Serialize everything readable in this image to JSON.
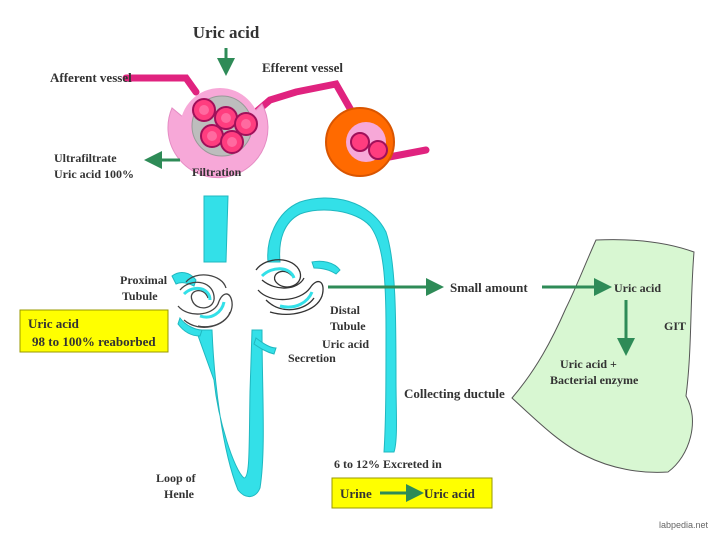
{
  "labels": {
    "uric_acid_top": "Uric acid",
    "afferent_vessel": "Afferent vessel",
    "efferent_vessel": "Efferent vessel",
    "ultrafiltrate_line1": "Ultrafiltrate",
    "ultrafiltrate_line2": "Uric acid 100%",
    "filtration": "Filtration",
    "proximal_line1": "Proximal",
    "proximal_line2": "Tubule",
    "reabsorbed_line1": "Uric acid",
    "reabsorbed_line2": "98 to 100% reaborbed",
    "distal_line1": "Distal",
    "distal_line2": "Tubule",
    "secretion_line1": "Uric acid",
    "secretion_line2": "Secretion",
    "small_amount": "Small amount",
    "uric_acid_git": "Uric acid",
    "git": "GIT",
    "bacterial_line1": "Uric acid +",
    "bacterial_line2": "Bacterial enzyme",
    "collecting_ductule": "Collecting ductule",
    "excreted": "6 to 12% Excreted in",
    "urine": "Urine",
    "uric_acid_urine": "Uric acid",
    "loop_line1": "Loop of",
    "loop_line2": "Henle",
    "credit": "labpedia.net"
  },
  "colors": {
    "tubule": "#33e0e8",
    "vessel": "#e0237f",
    "capsule": "#f7a8d8",
    "arrow": "#2e8b57",
    "yellow_box": "#ffff00",
    "git": "#d8f7d2",
    "orange": "#ff6a00"
  },
  "icons": [
    "green-arrow-icon",
    "red-blood-cell-icon"
  ]
}
